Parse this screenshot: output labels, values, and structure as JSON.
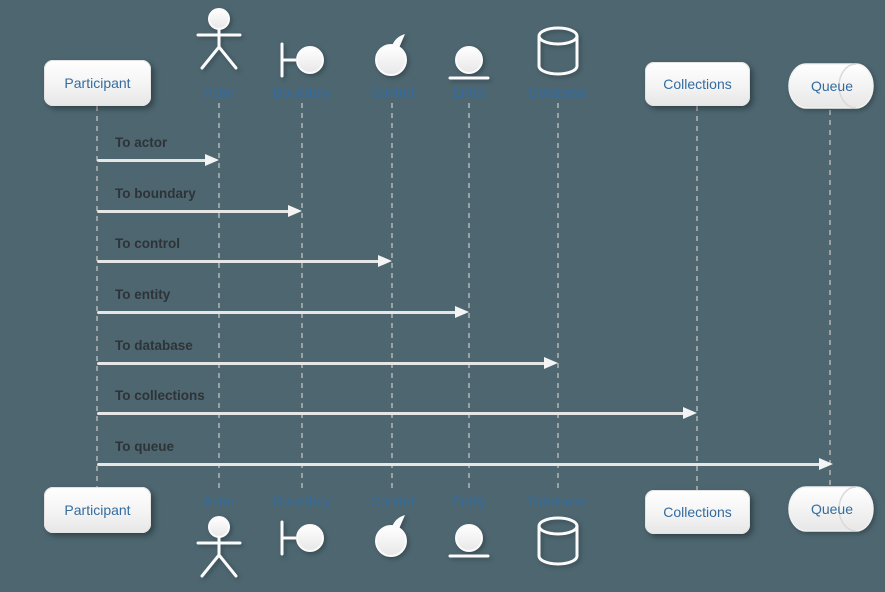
{
  "diagram_type": "sequence-diagram",
  "participants": [
    {
      "label": "Participant",
      "kind": "participant"
    },
    {
      "label": "Actor",
      "kind": "actor"
    },
    {
      "label": "Boundary",
      "kind": "boundary"
    },
    {
      "label": "Control",
      "kind": "control"
    },
    {
      "label": "Entity",
      "kind": "entity"
    },
    {
      "label": "Database",
      "kind": "database"
    },
    {
      "label": "Collections",
      "kind": "collections"
    },
    {
      "label": "Queue",
      "kind": "queue"
    }
  ],
  "messages": [
    {
      "label": "To actor",
      "from": "Participant",
      "to": "Actor"
    },
    {
      "label": "To boundary",
      "from": "Participant",
      "to": "Boundary"
    },
    {
      "label": "To control",
      "from": "Participant",
      "to": "Control"
    },
    {
      "label": "To entity",
      "from": "Participant",
      "to": "Entity"
    },
    {
      "label": "To database",
      "from": "Participant",
      "to": "Database"
    },
    {
      "label": "To collections",
      "from": "Participant",
      "to": "Collections"
    },
    {
      "label": "To queue",
      "from": "Participant",
      "to": "Queue"
    }
  ],
  "colors": {
    "background": "#4d6670",
    "participant_text": "#346c9f",
    "message_text": "#2e3338",
    "arrow": "#e6e6e6",
    "lifeline": "#9aa2a4",
    "shape_fill": "#f2f2f2",
    "shape_stroke": "#fafafa"
  }
}
